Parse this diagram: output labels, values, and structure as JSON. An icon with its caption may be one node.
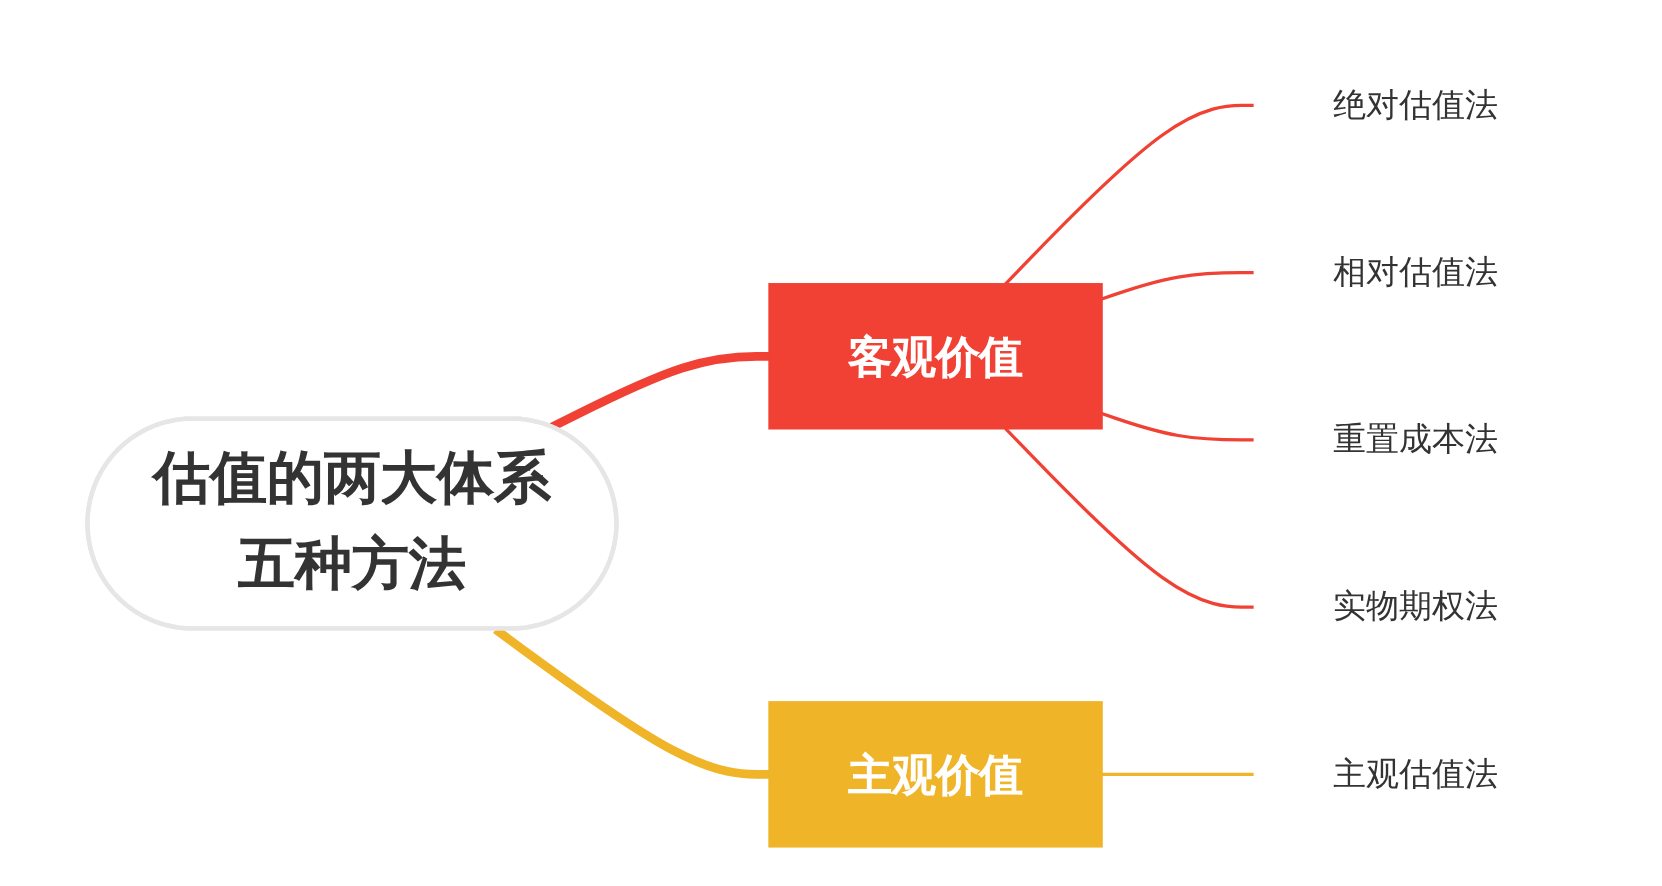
{
  "diagram": {
    "nodes": [
      {
        "text": [
          "估值的两大体系五种方法"
        ]
      },
      {
        "text": [
          "客观价值"
        ]
      },
      {
        "text": [
          "绝对估值法"
        ]
      },
      {
        "text": [
          "相对估值法"
        ]
      },
      {
        "text": [
          "重置成本法"
        ]
      },
      {
        "text": [
          "实物期权法"
        ]
      },
      {
        "text": [
          "主观价值"
        ]
      },
      {
        "text": [
          "主观估值法"
        ]
      }
    ],
    "edges": [
      {
        "from": 0,
        "to": 1,
        "arrow": "none",
        "style": "thick"
      },
      {
        "from": 1,
        "to": 2,
        "arrow": "none"
      },
      {
        "from": 1,
        "to": 3,
        "arrow": "none"
      },
      {
        "from": 1,
        "to": 4,
        "arrow": "none"
      },
      {
        "from": 1,
        "to": 5,
        "arrow": "none"
      },
      {
        "from": 0,
        "to": 6,
        "arrow": "none",
        "style": "thick",
        "color": "#f0b429"
      },
      {
        "from": 6,
        "to": 7,
        "arrow": "none",
        "color": "#f0b429"
      }
    ]
  }
}
